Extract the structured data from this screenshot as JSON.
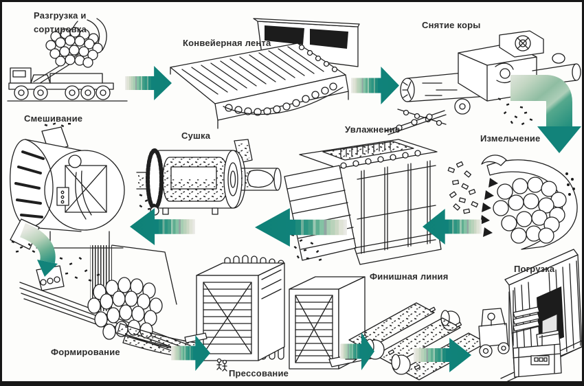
{
  "diagram": {
    "type": "process-flow",
    "language": "ru",
    "stages": {
      "unloading": {
        "label": "Разгрузка и сортировка"
      },
      "conveyor": {
        "label": "Конвейерная лента"
      },
      "debarking": {
        "label": "Снятие коры"
      },
      "chipping": {
        "label": "Измельчение"
      },
      "moistening": {
        "label": "Увлажнение"
      },
      "drying": {
        "label": "Сушка"
      },
      "mixing": {
        "label": "Смешивание"
      },
      "forming": {
        "label": "Формирование"
      },
      "pressing": {
        "label": "Прессование"
      },
      "finishing": {
        "label": "Финишная линия"
      },
      "loading": {
        "label": "Погрузка"
      }
    },
    "flow_order": [
      "unloading",
      "conveyor",
      "debarking",
      "chipping",
      "moistening",
      "drying",
      "mixing",
      "forming",
      "pressing",
      "finishing",
      "loading"
    ],
    "colors": {
      "arrow_head_teal": "#0f8177",
      "arrow_tail_gray": "#edece9",
      "ink": "#1f1f1f",
      "background": "#fdfdfb",
      "frame": "#171717"
    }
  }
}
